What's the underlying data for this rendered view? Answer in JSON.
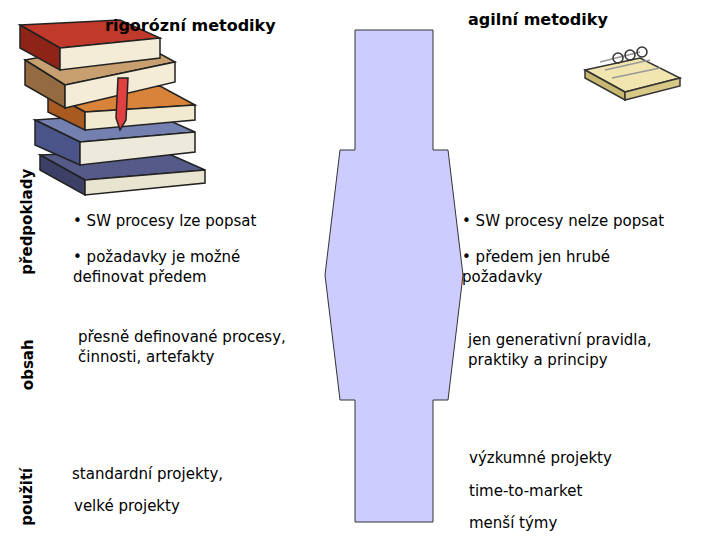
{
  "diagram": {
    "labels": [
      "rigorózní metodiky",
      "agilní metodiky",
      "předpoklady",
      "obsah",
      "použití",
      "• SW procesy lze popsat",
      "• požadavky je možné definovat předem",
      "přesně definované procesy, činnosti, artefakty",
      "standardní projekty,",
      "velké projekty",
      "• SW procesy nelze popsat",
      "• předem jen hrubé požadavky",
      "jen generativní pravidla, praktiky a principy",
      "výzkumné projekty",
      "time-to-market",
      "menší týmy"
    ]
  }
}
